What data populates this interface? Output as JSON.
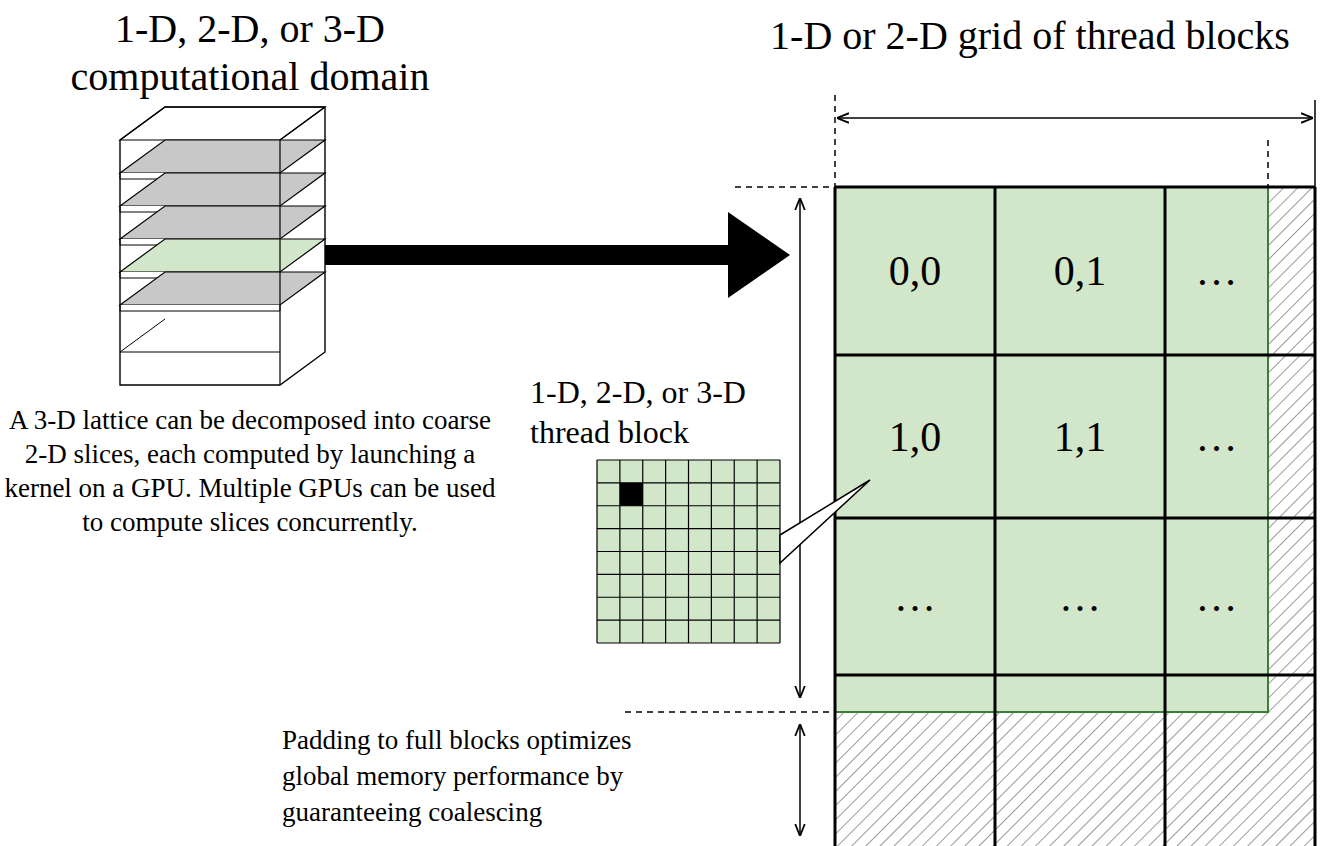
{
  "diagram": {
    "nodes": [
      {
        "text": [
          "1-D, 2-D, or 3-D computational domain"
        ]
      },
      {
        "text": [
          "1-D or 2-D grid of thread blocks"
        ]
      },
      {
        "text": [
          "0,0"
        ],
        "in": 1
      },
      {
        "text": [
          "0,1"
        ],
        "in": 1
      },
      {
        "text": [
          "…"
        ],
        "in": 1
      },
      {
        "text": [
          "1,0"
        ],
        "in": 1
      },
      {
        "text": [
          "1,1"
        ],
        "in": 1
      },
      {
        "text": [
          "…"
        ],
        "in": 1
      },
      {
        "text": [
          "…"
        ],
        "in": 1
      },
      {
        "text": [
          "…"
        ],
        "in": 1
      },
      {
        "text": [
          "…"
        ],
        "in": 1
      },
      {
        "text": [
          "1-D, 2-D, or 3-D thread block"
        ]
      }
    ],
    "edges": [
      {
        "from": 0,
        "to": 1,
        "arrow": "to"
      },
      {
        "from": 11,
        "to": 5,
        "arrow": "none"
      }
    ],
    "labels": [
      "A 3-D lattice can be decomposed into coarse 2-D slices, each computed by launching a kernel on a GPU.  Multiple GPUs can be used to compute slices concurrently.",
      "Padding to full blocks optimizes global memory performance by guaranteeing coalescing"
    ]
  }
}
